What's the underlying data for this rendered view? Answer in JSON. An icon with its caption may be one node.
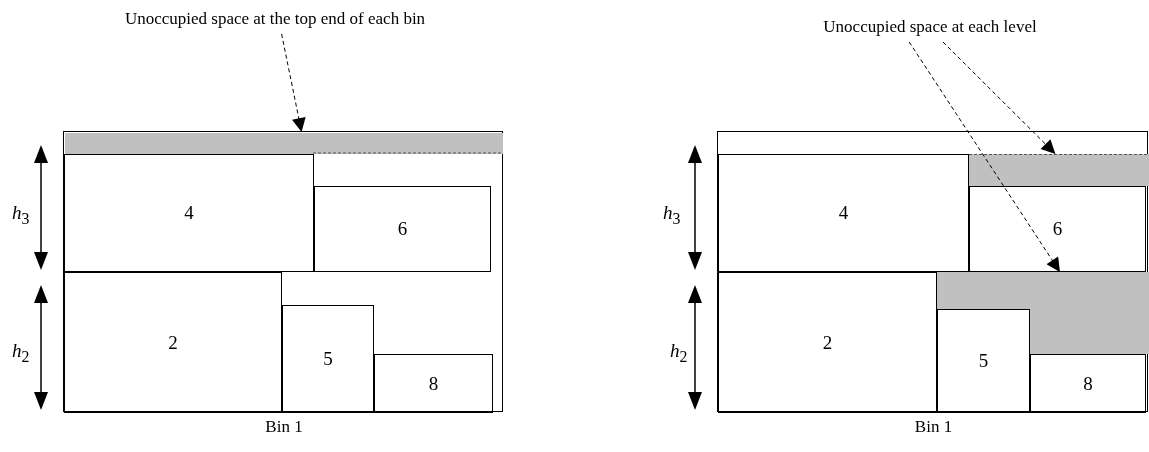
{
  "diagram": {
    "nodes": [
      {
        "text": [
          "Unoccupied space at the top end of each bin"
        ]
      },
      {
        "text": [
          "Bin 1"
        ]
      },
      {
        "text": [],
        "shape": "box",
        "in": 1
      },
      {
        "text": [
          "4"
        ],
        "in": 1
      },
      {
        "text": [
          "6"
        ],
        "in": 1
      },
      {
        "text": [
          "2"
        ],
        "in": 1
      },
      {
        "text": [
          "5"
        ],
        "in": 1
      },
      {
        "text": [
          "8"
        ],
        "in": 1
      },
      {
        "text": [
          "Unoccupied space at each level"
        ]
      },
      {
        "text": [
          "Bin 1"
        ]
      },
      {
        "text": [],
        "shape": "box",
        "in": 9
      },
      {
        "text": [],
        "shape": "box",
        "in": 9
      },
      {
        "text": [
          "4"
        ],
        "in": 9
      },
      {
        "text": [
          "6"
        ],
        "in": 9
      },
      {
        "text": [
          "2"
        ],
        "in": 9
      },
      {
        "text": [
          "5"
        ],
        "in": 9
      },
      {
        "text": [
          "8"
        ],
        "in": 9
      }
    ],
    "edges": [
      {
        "from": 0,
        "to": 2,
        "arrow": "to",
        "style": "dashed"
      },
      {
        "from": 8,
        "to": 10,
        "arrow": "to",
        "style": "dashed"
      },
      {
        "from": 8,
        "to": 11,
        "arrow": "to",
        "style": "dashed"
      }
    ],
    "labels": [
      "*h*$_{3}$",
      "*h*$_{2}$",
      "*h*$_{3}$",
      "*h*$_{2}$"
    ]
  }
}
